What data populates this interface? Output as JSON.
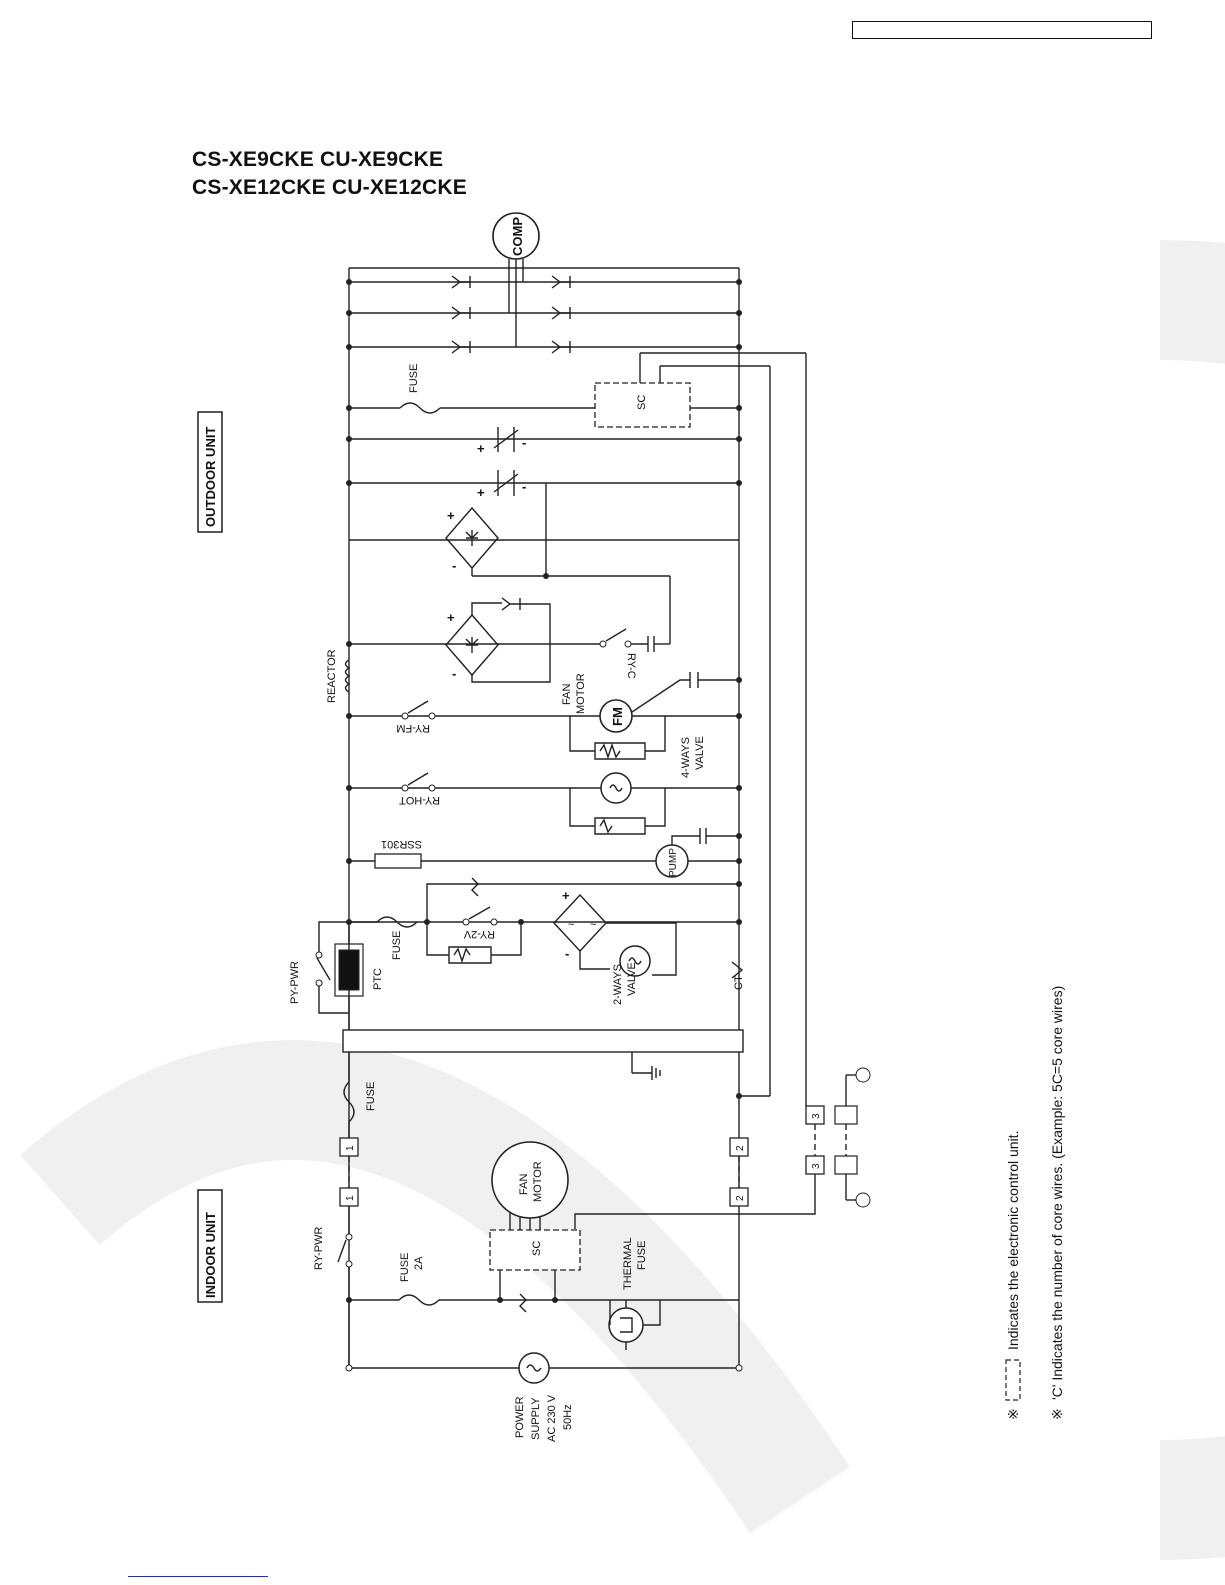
{
  "titles": {
    "line1": "CS-XE9CKE  CU-XE9CKE",
    "line2": "CS-XE12CKE  CU-XE12CKE"
  },
  "sections": {
    "outdoor": "OUTDOOR UNIT",
    "indoor": "INDOOR UNIT"
  },
  "components": {
    "comp": "COMP",
    "fuse_outdoor": "FUSE",
    "sc_outdoor": "SC",
    "reactor": "REACTOR",
    "ry_fm": "RY-FM",
    "fan_motor_out": "FAN",
    "fan_motor_out2": "MOTOR",
    "fm": "FM",
    "four_ways_1": "4-WAYS",
    "four_ways_2": "VALVE",
    "ry_hot": "RY-HOT",
    "ssr301": "SSR301",
    "pump": "PUMP",
    "ry_c": "RY-C",
    "fuse_2v": "FUSE",
    "ry_2v": "RY-2V",
    "ptc": "PTC",
    "py_pwr": "PY-PWR",
    "two_ways_1": "2-WAYS",
    "two_ways_2": "VALVE",
    "ct": "CT",
    "fuse_mid": "FUSE",
    "ry_pwr": "RY-PWR",
    "fuse2a_1": "FUSE",
    "fuse2a_2": "2A",
    "sc_indoor": "SC",
    "fan_motor_in1": "FAN",
    "fan_motor_in2": "MOTOR",
    "thermal_1": "THERMAL",
    "thermal_2": "FUSE",
    "ps1": "POWER",
    "ps2": "SUPPLY",
    "ps3": "AC 230 V",
    "ps4": "50Hz",
    "plus": "+",
    "minus": "-"
  },
  "terminals": [
    "1",
    "2",
    "3"
  ],
  "notes": {
    "mark": "※",
    "note1": "Indicates the electronic control unit.",
    "note2": "'C' Indicates the number of core wires. (Example: 5C=5 core wires)"
  }
}
